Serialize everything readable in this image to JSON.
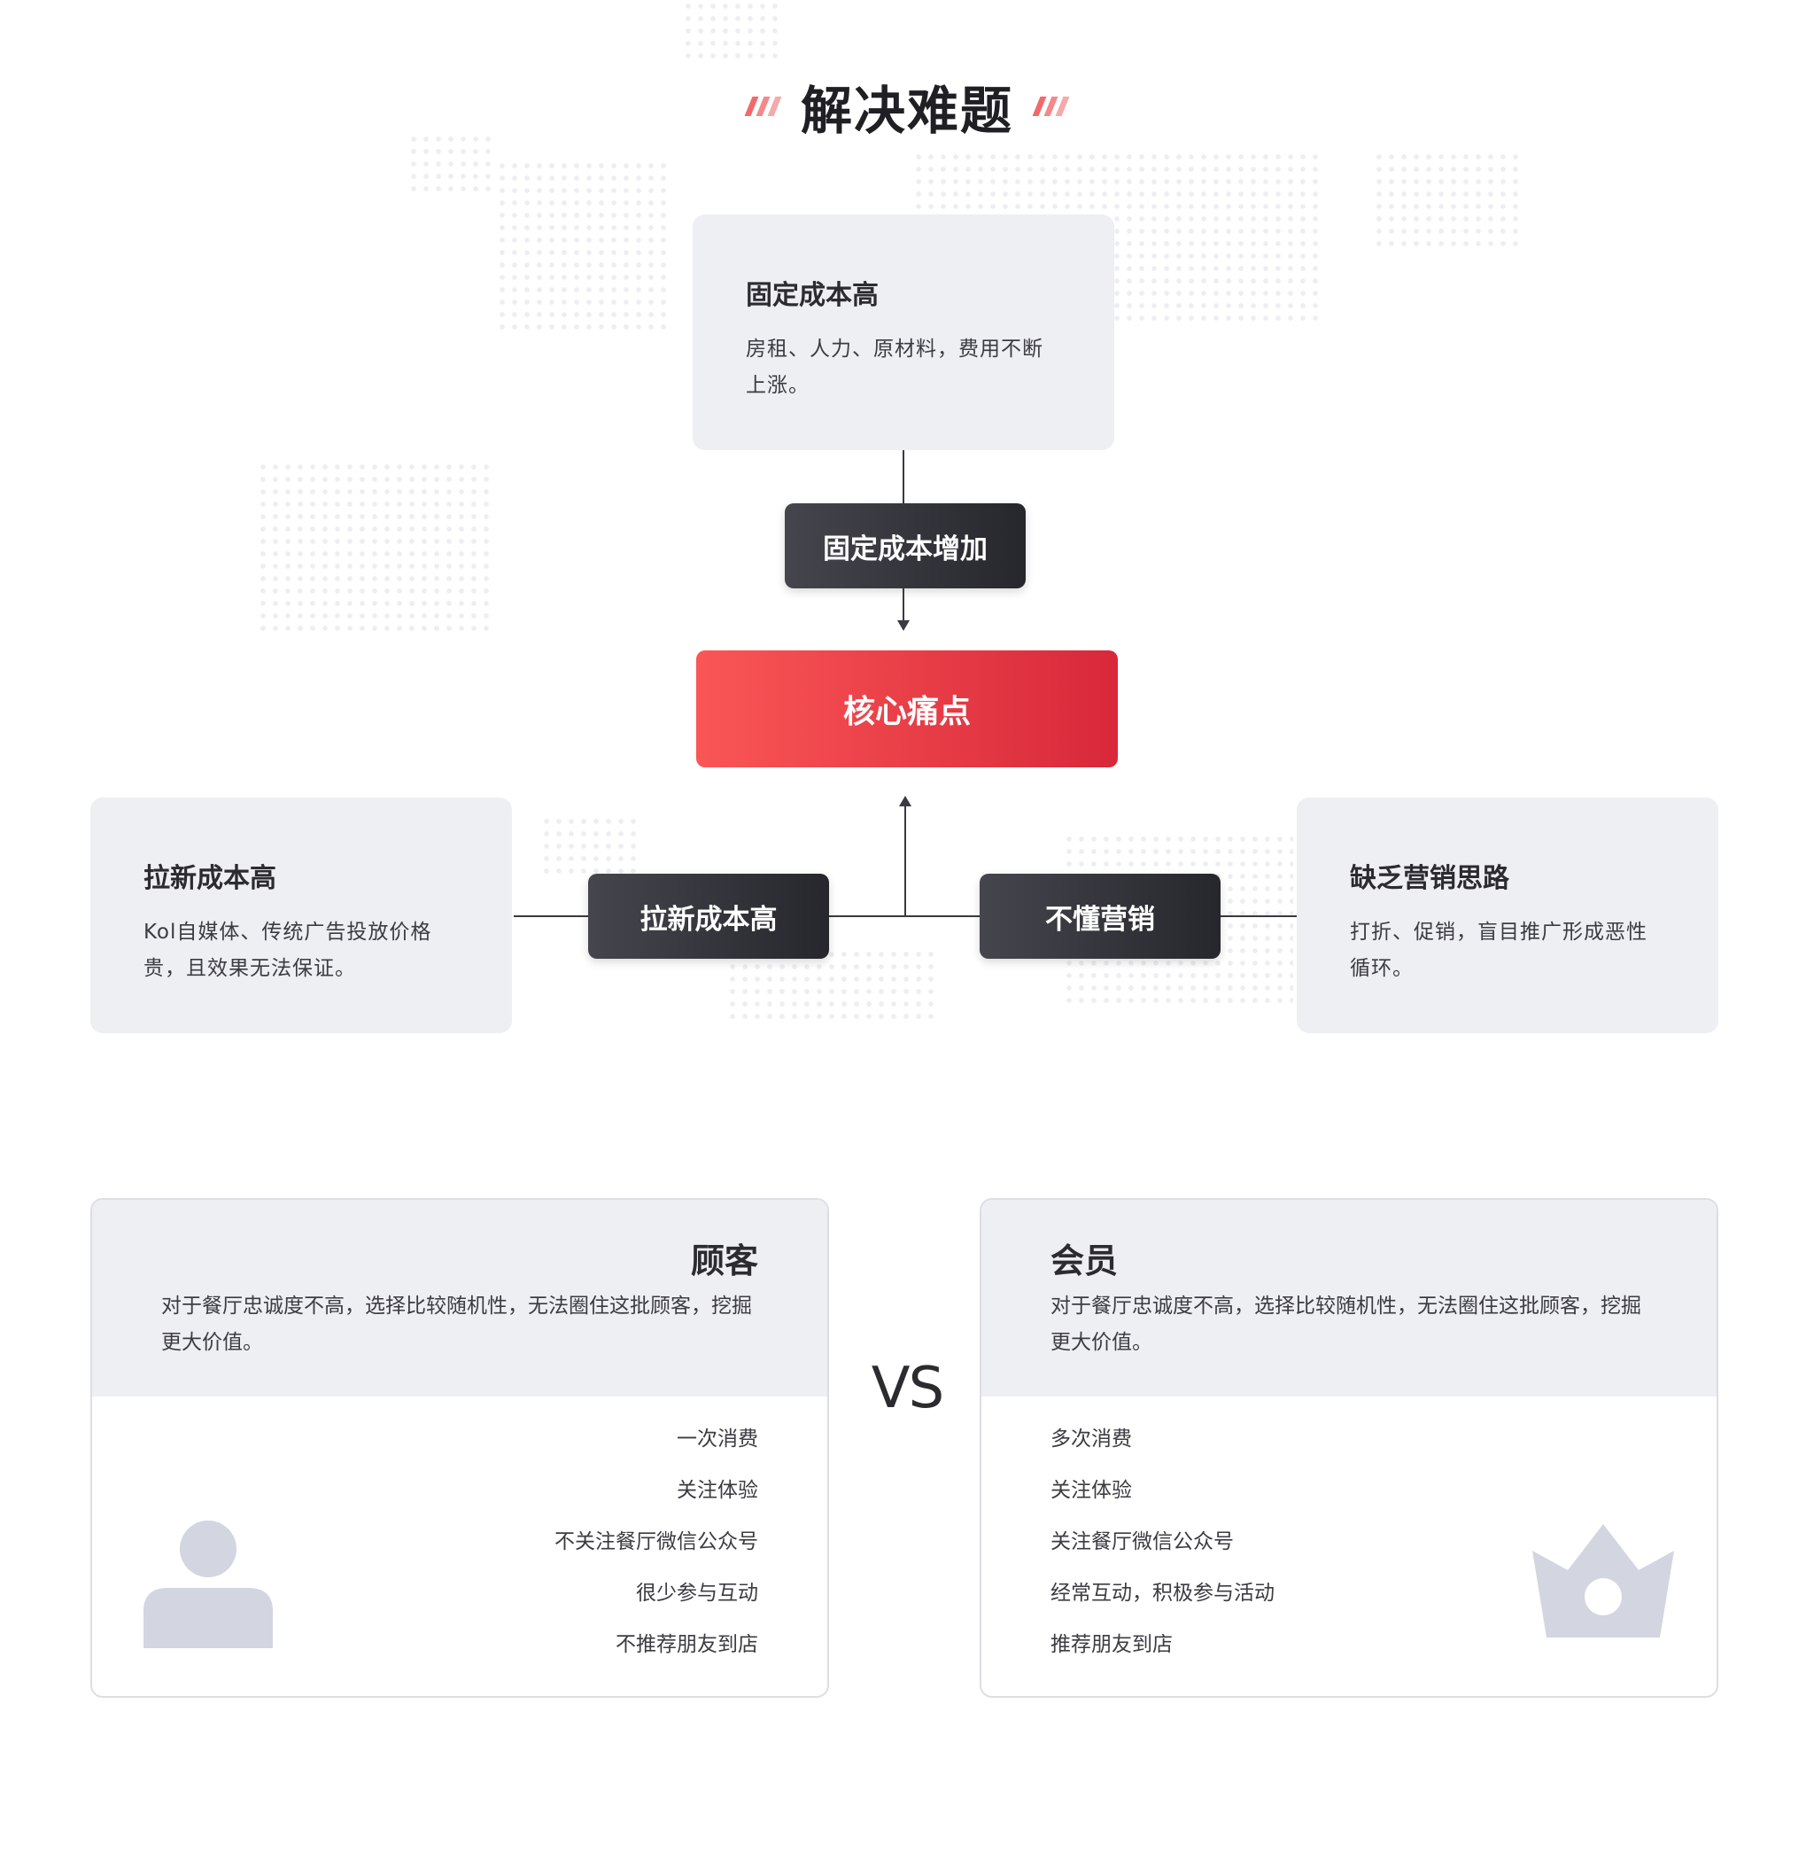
{
  "title": "解决难题",
  "top_card": {
    "title": "固定成本高",
    "desc": "房租、人力、原材料，费用不断上涨。"
  },
  "middle_label": "固定成本增加",
  "core": "核心痛点",
  "left_card": {
    "title": "拉新成本高",
    "desc": "Kol自媒体、传统广告投放价格贵，且效果无法保证。"
  },
  "left_label": "拉新成本高",
  "right_label": "不懂营销",
  "right_card": {
    "title": "缺乏营销思路",
    "desc": "打折、促销，盲目推广形成恶性循环。"
  },
  "customer": {
    "title": "顾客",
    "desc": "对于餐厅忠诚度不高，选择比较随机性，无法圈住这批顾客，挖掘更大价值。",
    "items": [
      "一次消费",
      "关注体验",
      "不关注餐厅微信公众号",
      "很少参与互动",
      "不推荐朋友到店"
    ],
    "icon": "user-icon"
  },
  "vs": "VS",
  "member": {
    "title": "会员",
    "desc": "对于餐厅忠诚度不高，选择比较随机性，无法圈住这批顾客，挖掘更大价值。",
    "items": [
      "多次消费",
      "关注体验",
      "关注餐厅微信公众号",
      "经常互动，积极参与活动",
      "推荐朋友到店"
    ],
    "icon": "crown-icon"
  },
  "colors": {
    "accent_red": "#e8353f",
    "dark_box": "#2f3036",
    "card_bg": "#eeeff3",
    "icon_gray": "#d3d5e0"
  }
}
